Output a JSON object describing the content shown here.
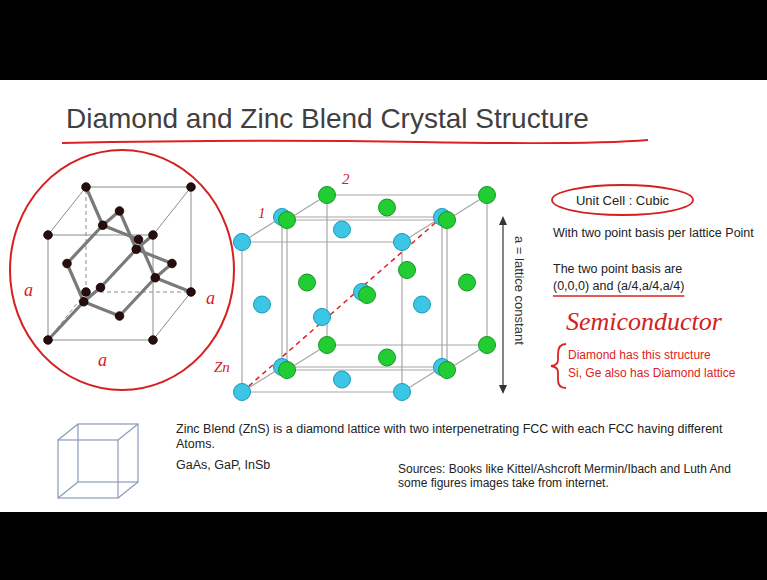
{
  "diagram": {
    "title": "Diamond and Zinc Blend Crystal Structure",
    "nodes": [
      {
        "text": [
          "Unit Cell : Cubic"
        ]
      }
    ],
    "labels": [
      "a",
      "a",
      "a",
      "1",
      "2",
      "Zn",
      "a = lattice constant",
      "With two point basis per lattice Point",
      "The two point basis are",
      "(0,0,0) and (a/4,a/4,a/4)",
      "Semiconductor",
      "Diamond has this structure",
      "Si, Ge also has Diamond lattice",
      "Zinc Blend (ZnS) is a diamond lattice with two interpenetrating FCC with each FCC having different Atoms.",
      "GaAs, GaP, InSb",
      "Sources: Books like Kittel/Ashcroft Mermin/Ibach and Luth And some figures images take from internet."
    ]
  }
}
